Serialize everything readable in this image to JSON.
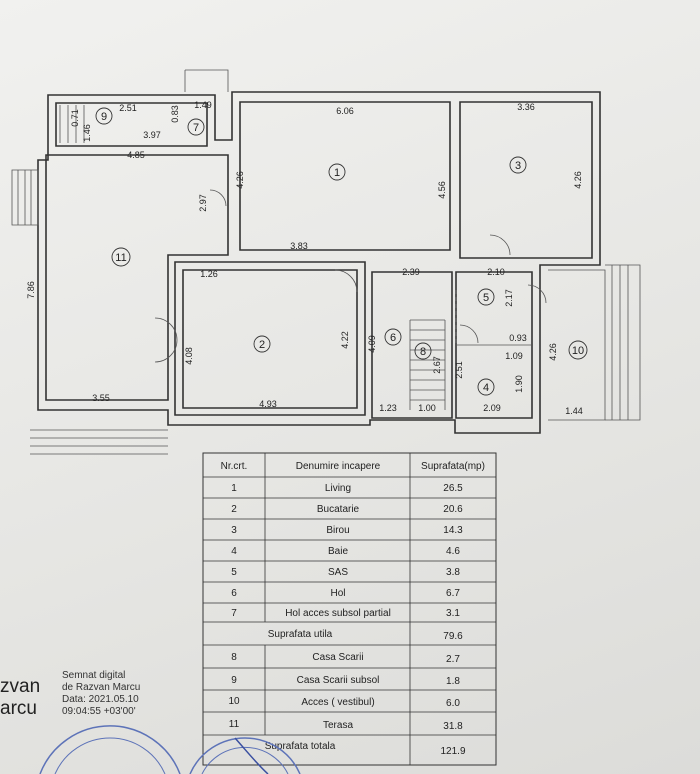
{
  "plan": {
    "rooms": [
      {
        "id": "1",
        "label": "1"
      },
      {
        "id": "2",
        "label": "2"
      },
      {
        "id": "3",
        "label": "3"
      },
      {
        "id": "4",
        "label": "4"
      },
      {
        "id": "5",
        "label": "5"
      },
      {
        "id": "6",
        "label": "6"
      },
      {
        "id": "7",
        "label": "7"
      },
      {
        "id": "8",
        "label": "8"
      },
      {
        "id": "9",
        "label": "9"
      },
      {
        "id": "10",
        "label": "10"
      },
      {
        "id": "11",
        "label": "11"
      }
    ],
    "dimensions": {
      "d_0_71": "0.71",
      "d_2_51": "2.51",
      "d_0_83": "0.83",
      "d_1_49": "1.49",
      "d_3_97": "3.97",
      "d_1_46": "1.46",
      "d_6_06": "6.06",
      "d_3_36": "3.36",
      "d_4_85": "4.85",
      "d_4_26a": "4.26",
      "d_4_56": "4.56",
      "d_4_26b": "4.26",
      "d_2_97": "2.97",
      "d_7_86": "7.86",
      "d_3_83": "3.83",
      "d_1_26": "1.26",
      "d_2_39": "2.39",
      "d_2_10": "2.10",
      "d_2_17": "2.17",
      "d_4_08": "4.08",
      "d_4_22": "4.22",
      "d_4_09": "4.09",
      "d_0_93": "0.93",
      "d_1_09": "1.09",
      "d_4_26c": "4.26",
      "d_2_67": "2.67",
      "d_2_51b": "2.51",
      "d_1_90": "1.90",
      "d_3_55": "3.55",
      "d_4_93": "4.93",
      "d_1_23": "1.23",
      "d_1_00": "1.00",
      "d_2_09": "2.09",
      "d_1_44": "1.44"
    }
  },
  "table": {
    "headers": [
      "Nr.crt.",
      "Denumire incapere",
      "Suprafata(mp)"
    ],
    "rows": [
      {
        "nr": "1",
        "name": "Living",
        "area": "26.5"
      },
      {
        "nr": "2",
        "name": "Bucatarie",
        "area": "20.6"
      },
      {
        "nr": "3",
        "name": "Birou",
        "area": "14.3"
      },
      {
        "nr": "4",
        "name": "Baie",
        "area": "4.6"
      },
      {
        "nr": "5",
        "name": "SAS",
        "area": "3.8"
      },
      {
        "nr": "6",
        "name": "Hol",
        "area": "6.7"
      },
      {
        "nr": "7",
        "name": "Hol acces subsol partial",
        "area": "3.1"
      }
    ],
    "useful_label": "Suprafata utila",
    "useful_value": "79.6",
    "rows2": [
      {
        "nr": "8",
        "name": "Casa Scarii",
        "area": "2.7"
      },
      {
        "nr": "9",
        "name": "Casa Scarii subsol",
        "area": "1.8"
      },
      {
        "nr": "10",
        "name": "Acces ( vestibul)",
        "area": "6.0"
      },
      {
        "nr": "11",
        "name": "Terasa",
        "area": "31.8"
      }
    ],
    "total_label": "Suprafata totala",
    "total_value": "121.9"
  },
  "signature": {
    "signer_line1": "zvan",
    "signer_line2": "arcu",
    "line1": "Semnat digital",
    "line2": "de Razvan Marcu",
    "line3": "Data: 2021.05.10",
    "line4": "09:04:55 +03'00'"
  }
}
